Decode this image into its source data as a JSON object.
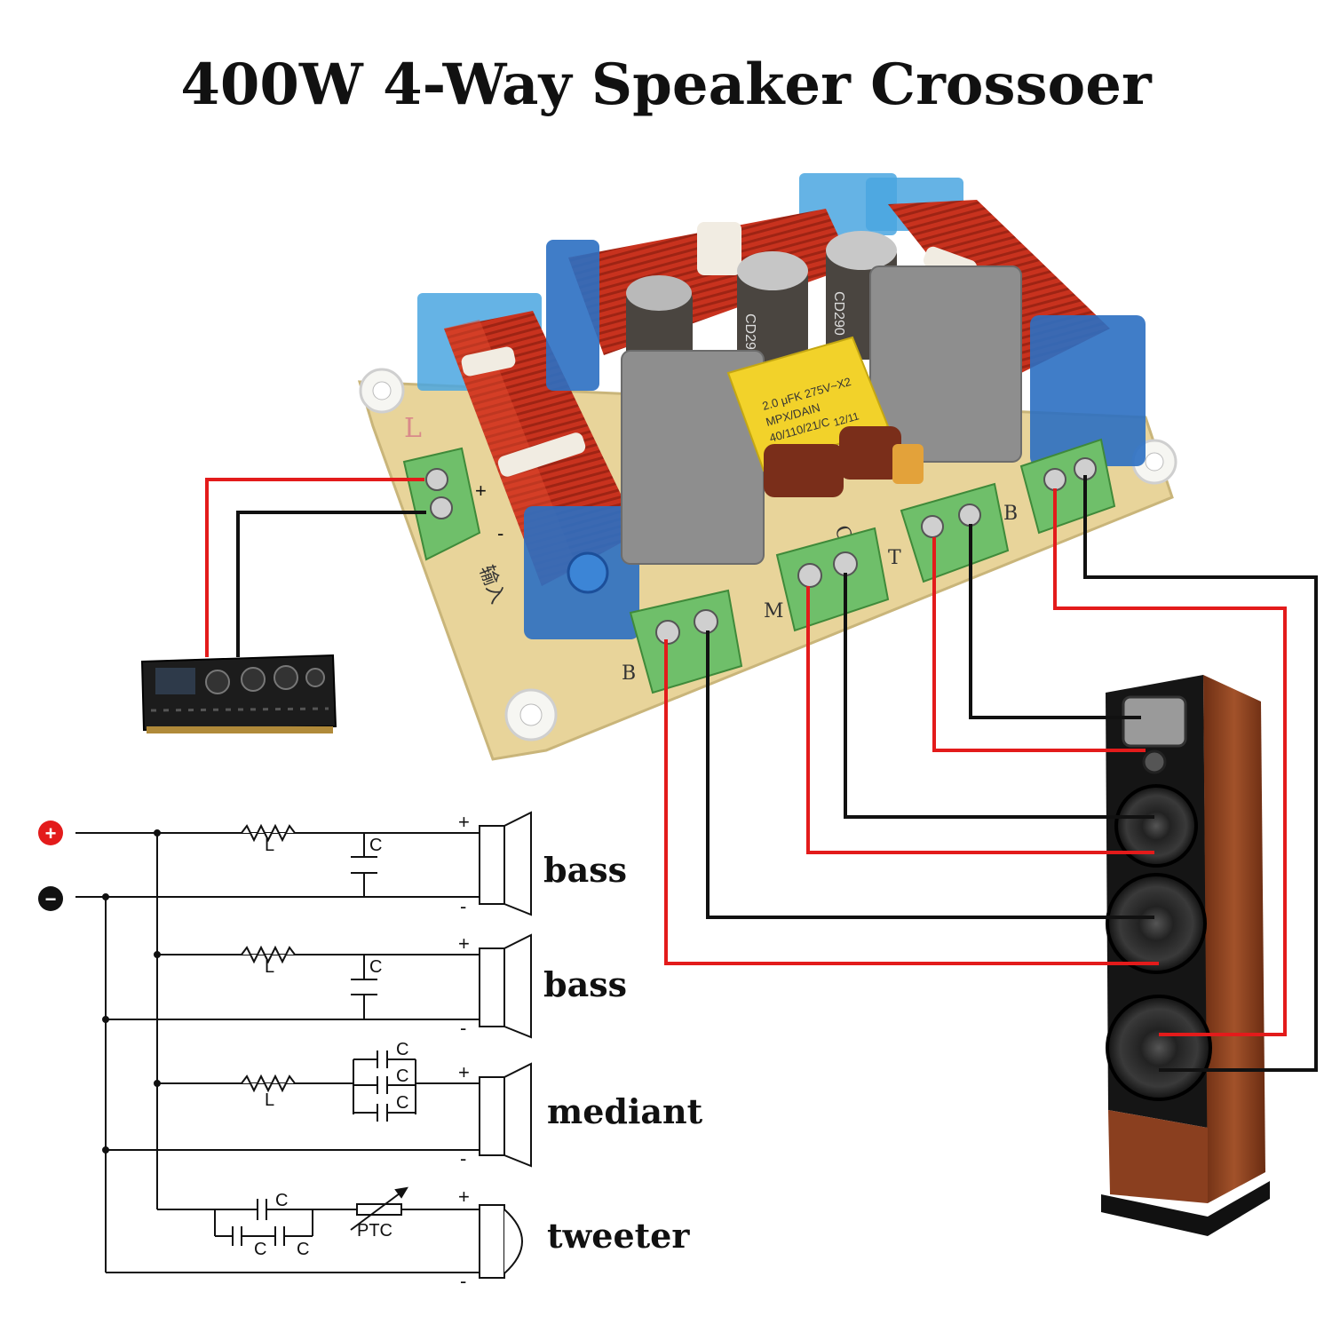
{
  "title": "400W 4-Way Speaker Crossoer",
  "pcb": {
    "input_label": "输入",
    "input_plus": "+",
    "input_minus": "-",
    "terminal_bass": "B",
    "terminal_mid": "M",
    "terminal_tweeter": "T",
    "terminal_bass2": "B",
    "board_mark": "L",
    "cap_label_1": "C3",
    "yellow_cap_text_1": "2.0 μFK 275V~X2",
    "yellow_cap_text_2": "MPX/DAIN",
    "yellow_cap_text_3": "40/110/21/C",
    "yellow_cap_text_4": "12/11",
    "electrolytic_1": "CD290",
    "electrolytic_2": "CD290"
  },
  "schematic": {
    "plus_symbol": "+",
    "minus_symbol": "−",
    "branches": [
      {
        "name": "bass",
        "inductor": "L",
        "capacitor": "C",
        "plus": "+",
        "minus": "-"
      },
      {
        "name": "bass",
        "inductor": "L",
        "capacitor": "C",
        "plus": "+",
        "minus": "-"
      },
      {
        "name": "mediant",
        "inductor": "L",
        "capacitors": [
          "C",
          "C",
          "C"
        ],
        "plus": "+",
        "minus": "-"
      },
      {
        "name": "tweeter",
        "capacitors": [
          "C",
          "C",
          "C"
        ],
        "ptc": "PTC",
        "plus": "+",
        "minus": "-"
      }
    ]
  },
  "colors": {
    "wire_positive": "#e31b1b",
    "wire_negative": "#111111",
    "coil": "#c8321e",
    "pcb": "#e8d49a",
    "terminal": "#6fbf6a",
    "cabinet": "#8a3f1f",
    "cap_gray": "#8e8e8e",
    "cap_yellow": "#f2d22a"
  }
}
